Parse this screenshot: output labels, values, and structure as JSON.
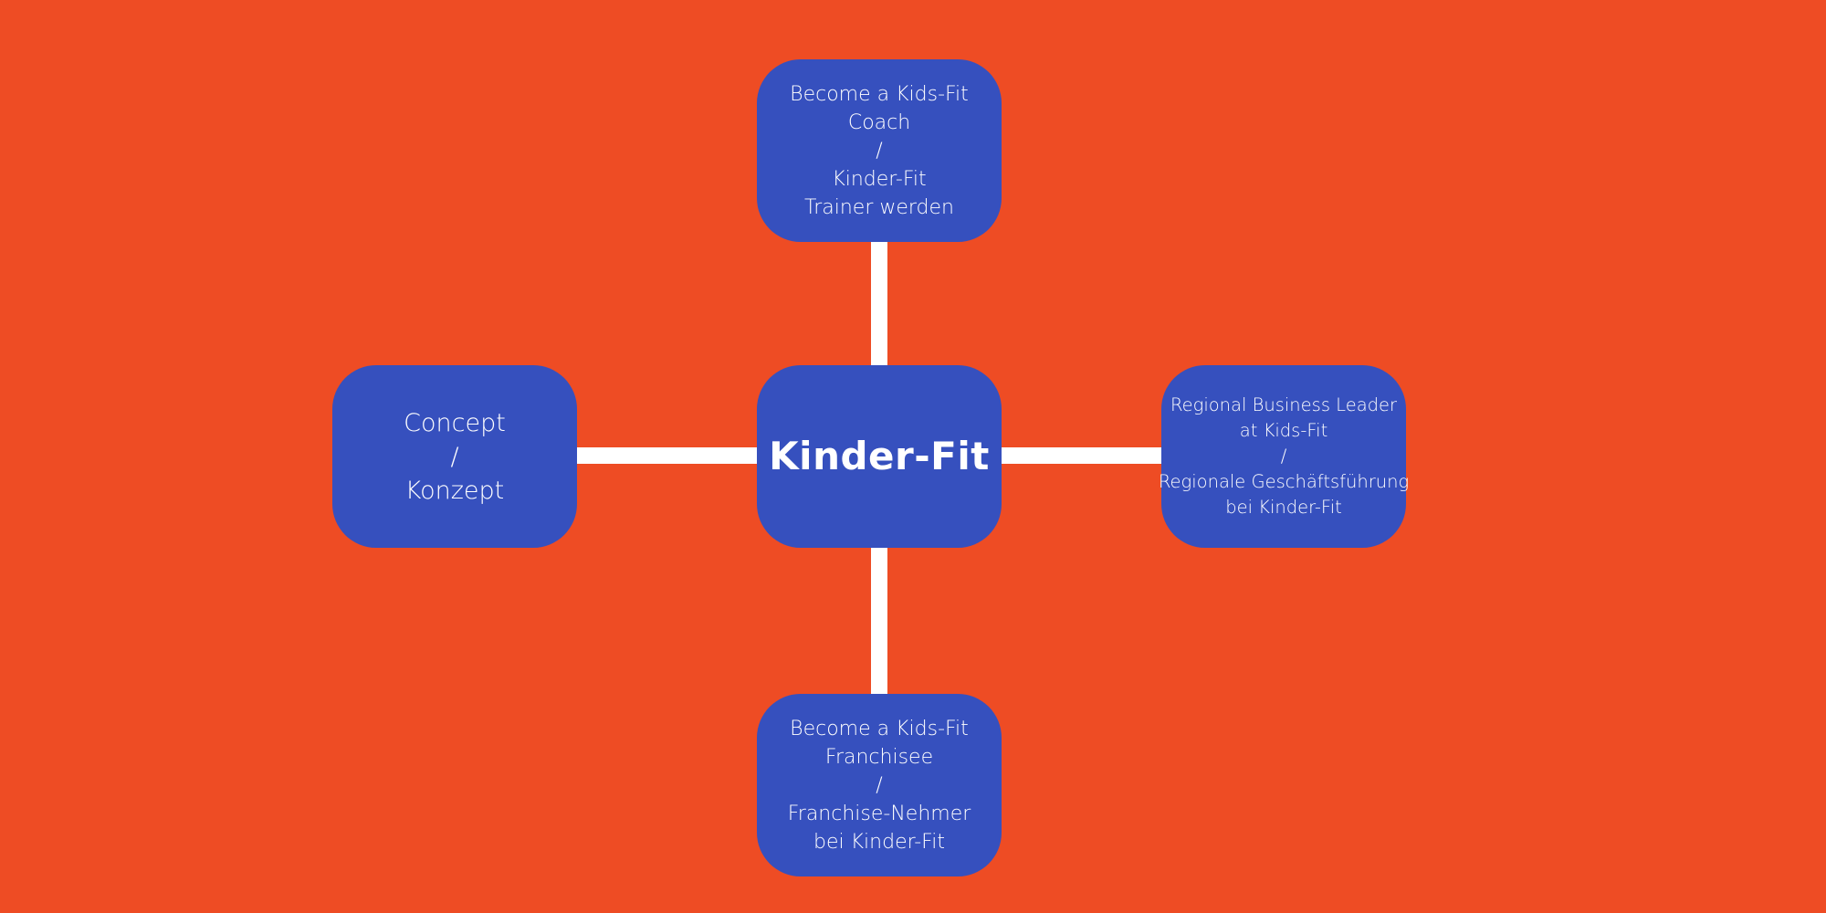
{
  "colors": {
    "background": "#EE4C24",
    "node": "#3650BE",
    "connector": "#FFFFFF",
    "text": "#FFFFFF"
  },
  "center": {
    "lines": [
      "Kinder-Fit"
    ]
  },
  "nodes": {
    "top": {
      "lines": [
        "Become a Kids-Fit",
        "Coach",
        "/",
        "Kinder-Fit",
        "Trainer werden"
      ]
    },
    "left": {
      "lines": [
        "Concept",
        "/",
        "Konzept"
      ]
    },
    "right": {
      "lines": [
        "Regional Business Leader",
        "at Kids-Fit",
        "/",
        "Regionale Geschäftsführung",
        "bei Kinder-Fit"
      ]
    },
    "bottom": {
      "lines": [
        "Become a Kids-Fit",
        "Franchisee",
        "/",
        "Franchise-Nehmer",
        "bei Kinder-Fit"
      ]
    }
  }
}
